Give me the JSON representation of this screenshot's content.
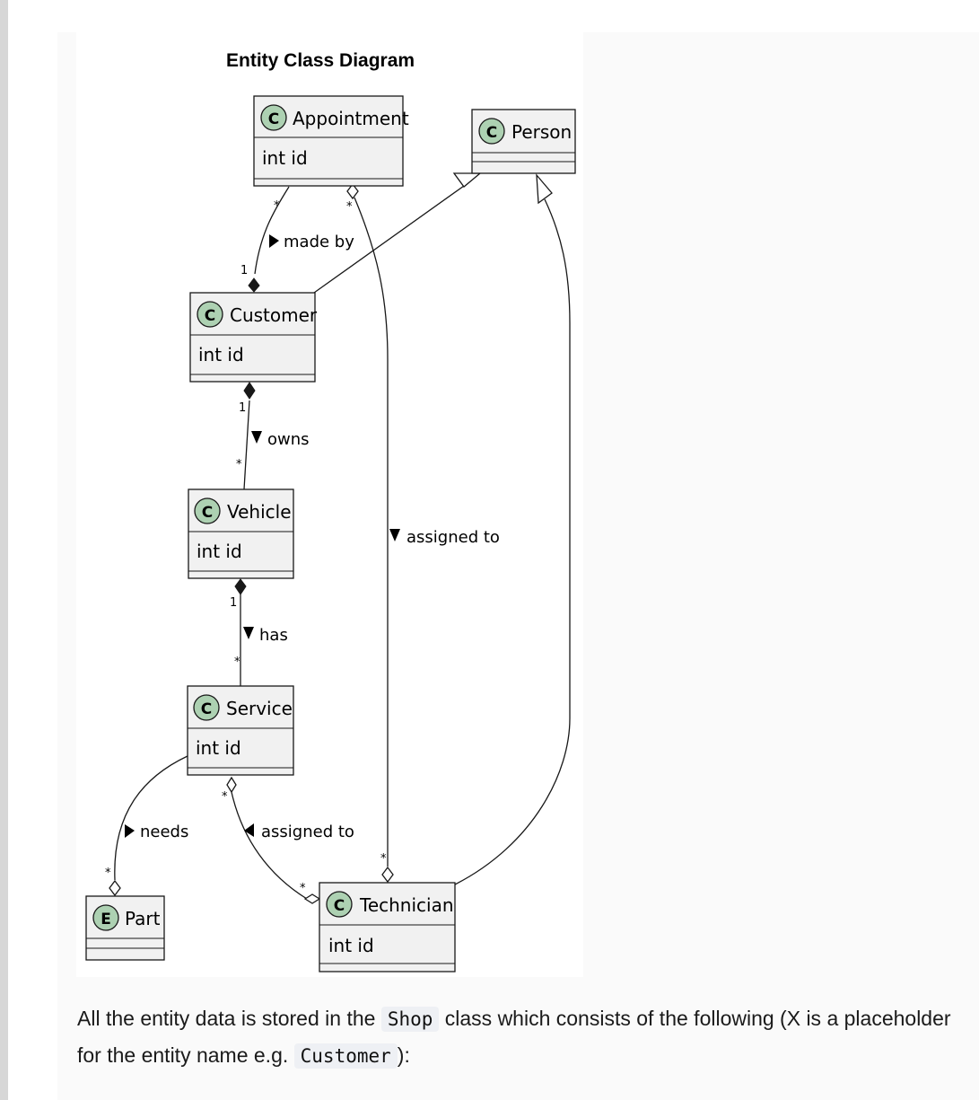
{
  "diagram": {
    "title": "Entity Class Diagram",
    "classes": {
      "appointment": {
        "stereotype": "C",
        "name": "Appointment",
        "attribute": "int id"
      },
      "person": {
        "stereotype": "C",
        "name": "Person"
      },
      "customer": {
        "stereotype": "C",
        "name": "Customer",
        "attribute": "int id"
      },
      "vehicle": {
        "stereotype": "C",
        "name": "Vehicle",
        "attribute": "int id"
      },
      "service": {
        "stereotype": "C",
        "name": "Service",
        "attribute": "int id"
      },
      "part": {
        "stereotype": "E",
        "name": "Part"
      },
      "technician": {
        "stereotype": "C",
        "name": "Technician",
        "attribute": "int id"
      }
    },
    "relations": {
      "made_by": {
        "label": "made by",
        "from_mult": "*",
        "to_mult": "1"
      },
      "owns": {
        "label": "owns",
        "from_mult": "1",
        "to_mult": "*"
      },
      "has": {
        "label": "has",
        "from_mult": "1",
        "to_mult": "*"
      },
      "appointment_assigned_to": {
        "label": "assigned to",
        "from_mult": "*",
        "to_mult": "*"
      },
      "service_assigned_to": {
        "label": "assigned to",
        "from_mult": "*",
        "to_mult": "*"
      },
      "needs": {
        "label": "needs",
        "to_mult": "*"
      }
    },
    "colors": {
      "class_fill": "#f1f1f1",
      "class_border": "#181818",
      "class_circle": "#add1b2",
      "entity_circle": "#add1b2",
      "line": "#181818"
    }
  },
  "text": {
    "p1": "All the entity data is stored in the ",
    "code1": "Shop",
    "p2": " class which consists of the following (X is a placeholder for the entity name e.g. ",
    "code2": "Customer",
    "p3": "):"
  }
}
